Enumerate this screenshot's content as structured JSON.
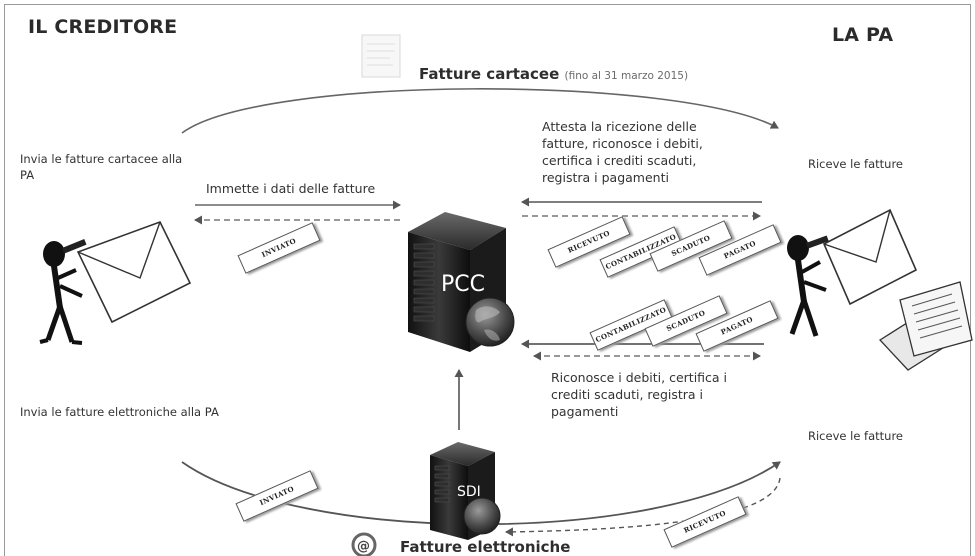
{
  "headers": {
    "left": "IL CREDITORE",
    "right": "LA PA"
  },
  "paper_flow": {
    "title": "Fatture cartacee",
    "note": "(fino al 31 marzo 2015)"
  },
  "electronic_flow": {
    "title": "Fatture elettroniche"
  },
  "left_texts": {
    "paper": "Invia le fatture cartacee alla PA",
    "electronic": "Invia le fatture elettroniche alla PA"
  },
  "right_texts": {
    "paper": "Riceve le fatture",
    "electronic": "Riceve le fatture"
  },
  "center_texts": {
    "insert_data": "Immette i dati delle fatture",
    "attest": "Attesta la ricezione delle fatture, riconosce i debiti, certifica i crediti scaduti, registra i pagamenti",
    "recognize": "Riconosce i debiti, certifica i crediti scaduti, registra i pagamenti"
  },
  "servers": {
    "pcc": "PCC",
    "sdi": "SDI"
  },
  "tags": {
    "inviato_top": "INVIATO",
    "ricevuto_top": "RICEVUTO",
    "contabilizzato_top": "CONTABILIZZATO",
    "scaduto_top": "SCADUTO",
    "pagato_top": "PAGATO",
    "contabilizzato_mid": "CONTABILIZZATO",
    "scaduto_mid": "SCADUTO",
    "pagato_mid": "PAGATO",
    "inviato_bottom": "INVIATO",
    "ricevuto_bottom": "RICEVUTO"
  },
  "icons": {
    "at": "@"
  }
}
